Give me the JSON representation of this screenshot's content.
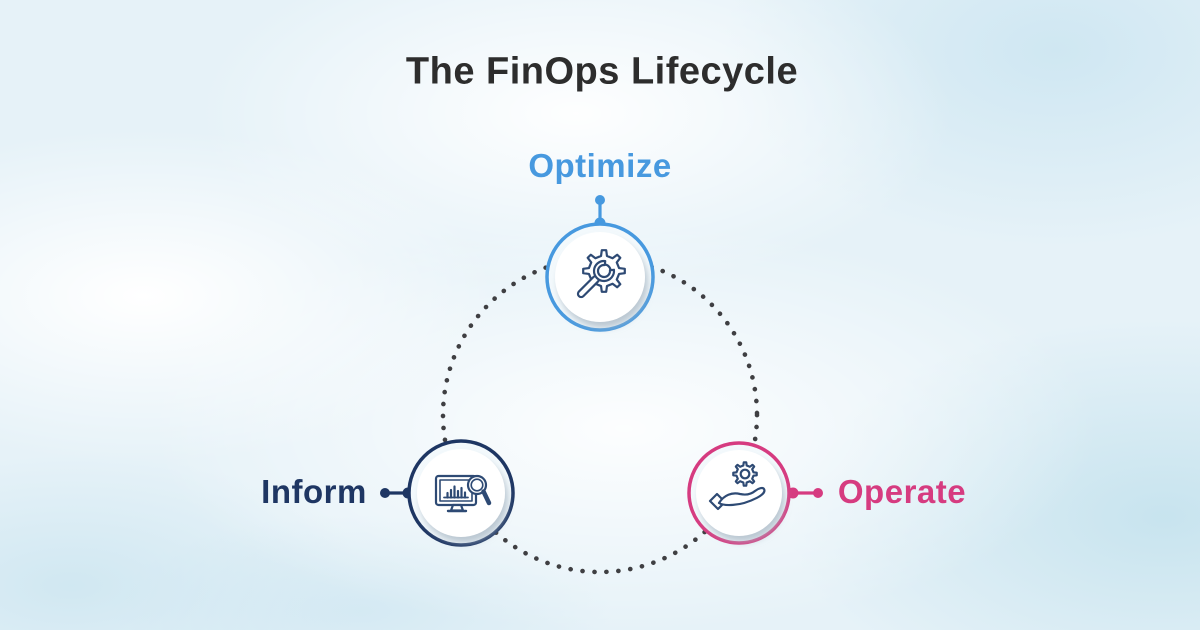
{
  "title": "The FinOps Lifecycle",
  "diagram_type": "circular-lifecycle",
  "nodes": [
    {
      "id": "optimize",
      "label": "Optimize",
      "color": "#4799df",
      "icon": "gear-wrench-icon",
      "position": "top"
    },
    {
      "id": "inform",
      "label": "Inform",
      "color": "#1e3663",
      "icon": "monitor-chart-magnifier-icon",
      "position": "bottom-left"
    },
    {
      "id": "operate",
      "label": "Operate",
      "color": "#d63b80",
      "icon": "hand-gear-icon",
      "position": "bottom-right"
    }
  ],
  "colors": {
    "title_text": "#2d2d2d",
    "icon_stroke": "#2e4a74",
    "dotted_ring": "#3f3f42",
    "node_fill": "#ffffff",
    "node_inner_tint": "#f3f9fc",
    "background_sky": "#e6f2f8"
  }
}
